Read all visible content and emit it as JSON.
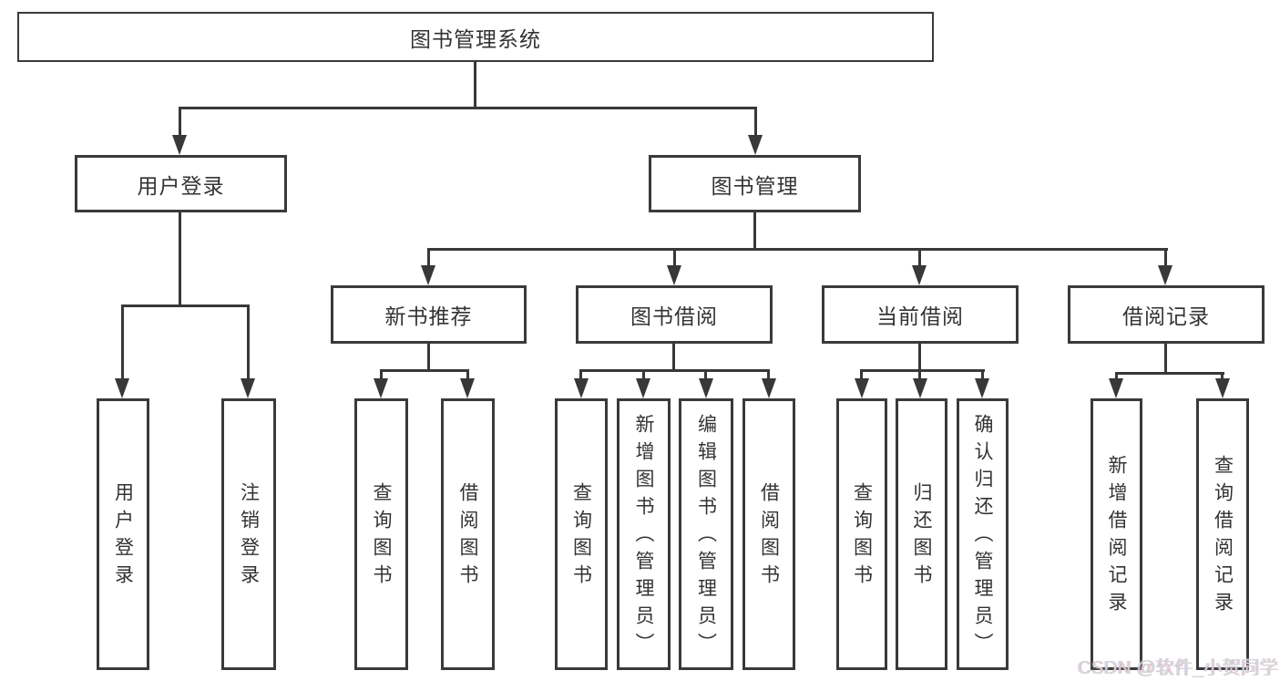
{
  "diagram_type": "hierarchy-tree",
  "colors": {
    "background": "#ffffff",
    "line": "#383838",
    "box_border": "#3a3a3a",
    "text": "#333333",
    "watermark": "#d7d7db"
  },
  "tree": {
    "label": "图书管理系统",
    "children": [
      {
        "label": "用户登录",
        "children": [
          {
            "label": "用户登录"
          },
          {
            "label": "注销登录"
          }
        ]
      },
      {
        "label": "图书管理",
        "children": [
          {
            "label": "新书推荐",
            "children": [
              {
                "label": "查询图书"
              },
              {
                "label": "借阅图书"
              }
            ]
          },
          {
            "label": "图书借阅",
            "children": [
              {
                "label": "查询图书"
              },
              {
                "label": "新增图书（管理员）"
              },
              {
                "label": "编辑图书（管理员）"
              },
              {
                "label": "借阅图书"
              }
            ]
          },
          {
            "label": "当前借阅",
            "children": [
              {
                "label": "查询图书"
              },
              {
                "label": "归还图书"
              },
              {
                "label": "确认归还（管理员）"
              }
            ]
          },
          {
            "label": "借阅记录",
            "children": [
              {
                "label": "新增借阅记录"
              },
              {
                "label": "查询借阅记录"
              }
            ]
          }
        ]
      }
    ]
  },
  "watermark": {
    "text": "CSDN @软件_小贺同学"
  }
}
